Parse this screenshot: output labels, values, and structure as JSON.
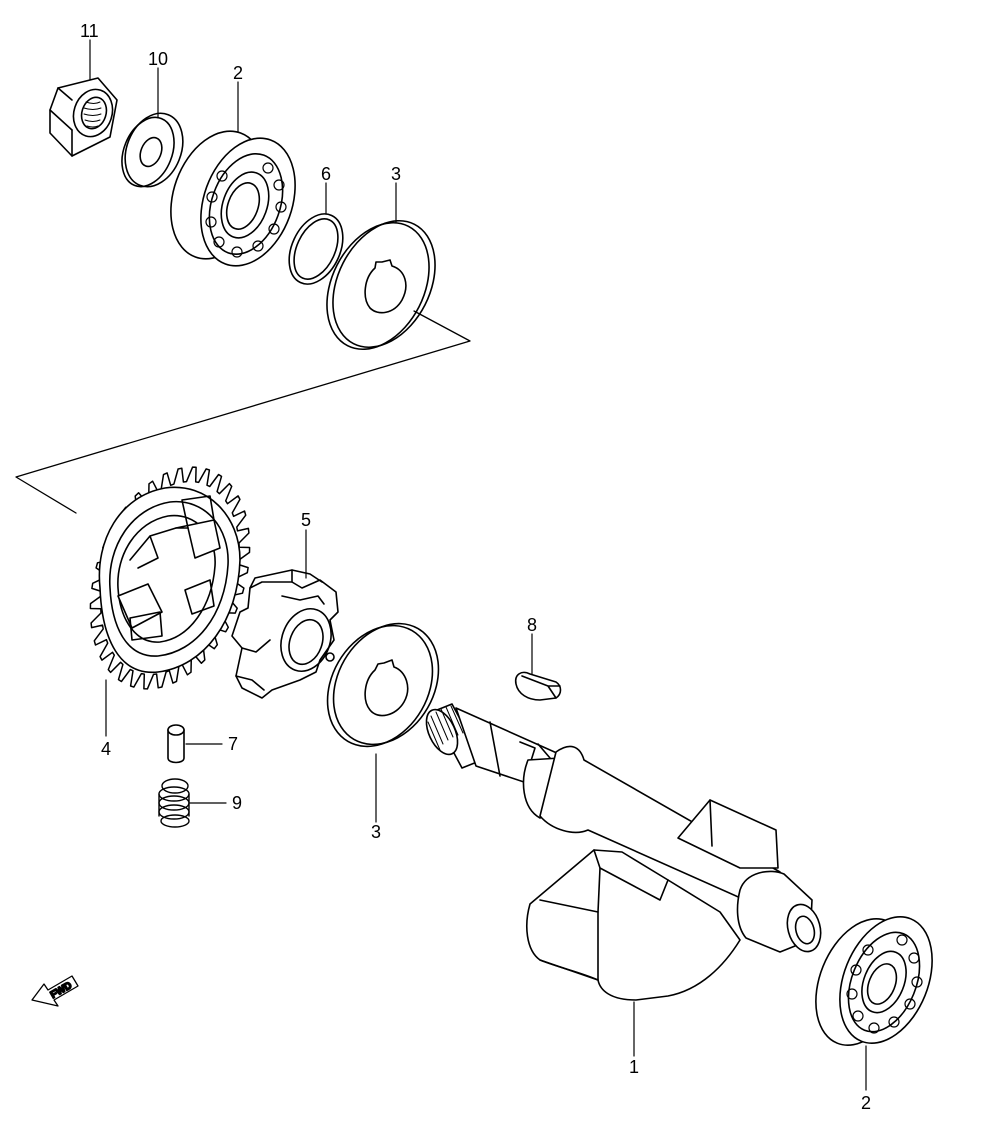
{
  "callouts": {
    "c11": "11",
    "c10": "10",
    "c2_top": "2",
    "c6": "6",
    "c3_top": "3",
    "c5": "5",
    "c8": "8",
    "c4": "4",
    "c7": "7",
    "c9": "9",
    "c3_mid": "3",
    "c1": "1",
    "c2_bottom": "2"
  },
  "direction_marker": {
    "text": "FWD",
    "icon": "arrow-left-icon"
  },
  "colors": {
    "stroke": "#000000",
    "fill": "#ffffff"
  }
}
